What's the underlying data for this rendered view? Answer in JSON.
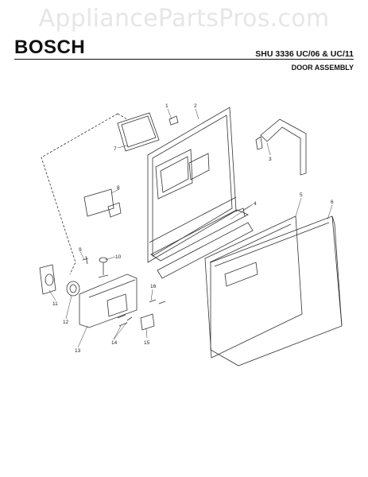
{
  "watermark": "AppliancePartsPros.com",
  "header": {
    "brand": "BOSCH",
    "model": "SHU 3336 UC/06 & UC/11",
    "section": "DOOR ASSEMBLY"
  },
  "callouts": [
    "1",
    "2",
    "3",
    "4",
    "5",
    "6",
    "7",
    "8",
    "9",
    "10",
    "11",
    "12",
    "13",
    "14",
    "15",
    "16"
  ]
}
